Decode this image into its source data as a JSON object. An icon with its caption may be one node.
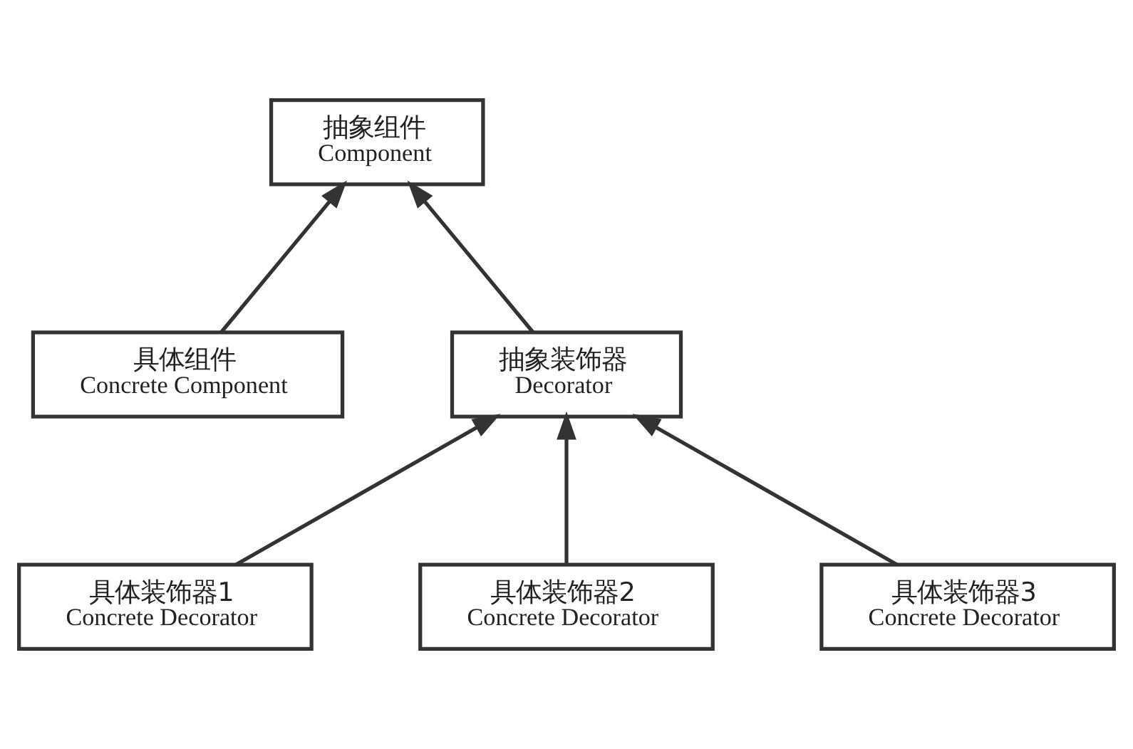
{
  "diagram": {
    "nodes": [
      {
        "text": [
          "抽象组件",
          "Component"
        ]
      },
      {
        "text": [
          "具体组件",
          "Concrete Component"
        ]
      },
      {
        "text": [
          "抽象装饰器",
          "Decorator"
        ]
      },
      {
        "text": [
          "具体装饰器1",
          "Concrete Decorator"
        ]
      },
      {
        "text": [
          "具体装饰器2",
          "Concrete Decorator"
        ]
      },
      {
        "text": [
          "具体装饰器3",
          "Concrete Decorator"
        ]
      }
    ],
    "edges": [
      {
        "from": 1,
        "to": 0,
        "arrow": "to"
      },
      {
        "from": 2,
        "to": 0,
        "arrow": "to"
      },
      {
        "from": 3,
        "to": 2,
        "arrow": "to"
      },
      {
        "from": 4,
        "to": 2,
        "arrow": "to"
      },
      {
        "from": 5,
        "to": 2,
        "arrow": "to"
      }
    ]
  }
}
